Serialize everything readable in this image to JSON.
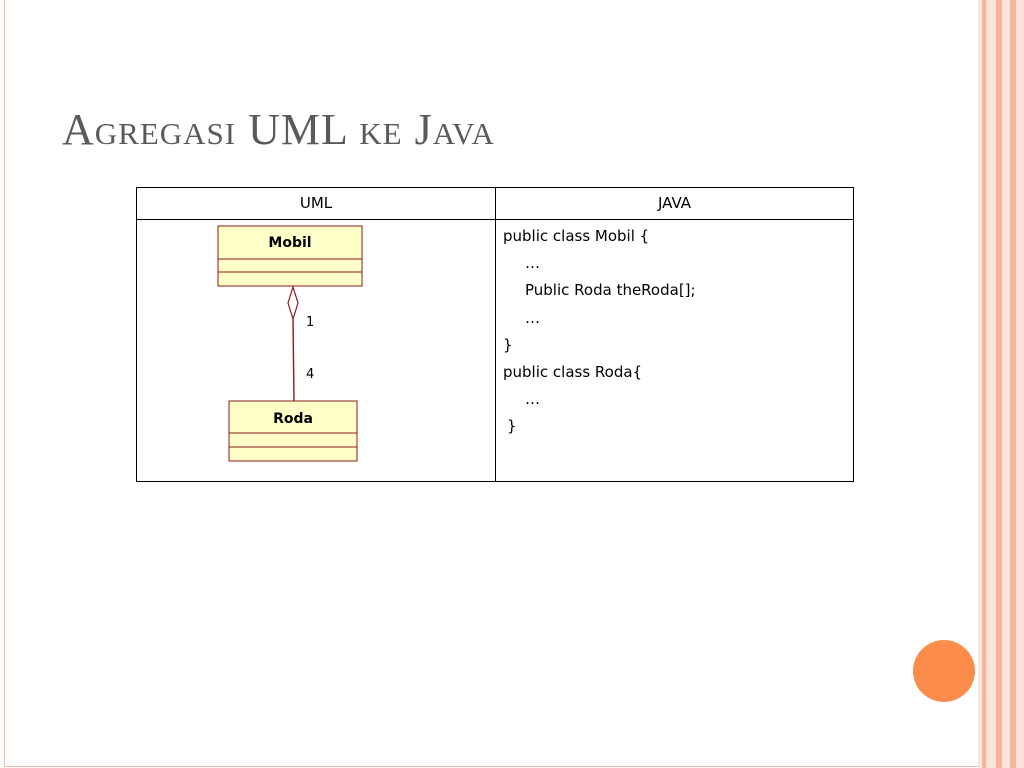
{
  "slide": {
    "title": "Agregasi UML ke Java",
    "colors": {
      "accent_circle": "#fb8c4a",
      "class_fill": "#ffffc8",
      "class_stroke": "#8b1a1a",
      "stripe_light": "#fde4d8",
      "stripe_mid": "#f7b59c"
    }
  },
  "table": {
    "headers": {
      "uml": "UML",
      "java": "JAVA"
    },
    "uml": {
      "class_top": "Mobil",
      "class_bottom": "Roda",
      "multiplicity_top": "1",
      "multiplicity_bottom": "4",
      "association": "aggregation-diamond"
    },
    "java_lines": [
      "public class Mobil {",
      "…",
      "Public Roda theRoda[];",
      "…",
      "}",
      "public class Roda{",
      "…",
      "}"
    ]
  }
}
